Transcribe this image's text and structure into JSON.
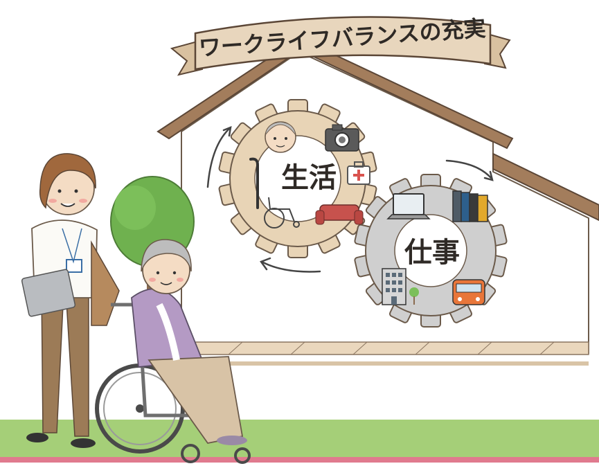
{
  "banner": {
    "title": "ワークライフバランスの充実"
  },
  "gears": {
    "life": {
      "label": "生活"
    },
    "work": {
      "label": "仕事"
    }
  },
  "icons": {
    "life": [
      "elderly-face-icon",
      "camera-icon",
      "cane-icon",
      "first-aid-kit-icon",
      "wheelchair-icon",
      "sofa-icon"
    ],
    "work": [
      "laptop-icon",
      "binders-icon",
      "office-building-icon",
      "train-icon"
    ]
  },
  "colors": {
    "roof": "#a37d5c",
    "roof_stroke": "#5b4636",
    "wall": "#ffffff",
    "floor": "#ead7bd",
    "life_gear": "#e8d4b6",
    "work_gear": "#cfcfcf",
    "gear_stroke": "#6b5a4a",
    "grass": "#a5cf78",
    "ground_line": "#e07a8e",
    "banner": "#e8d6bd",
    "tree": "#6fb14f"
  }
}
